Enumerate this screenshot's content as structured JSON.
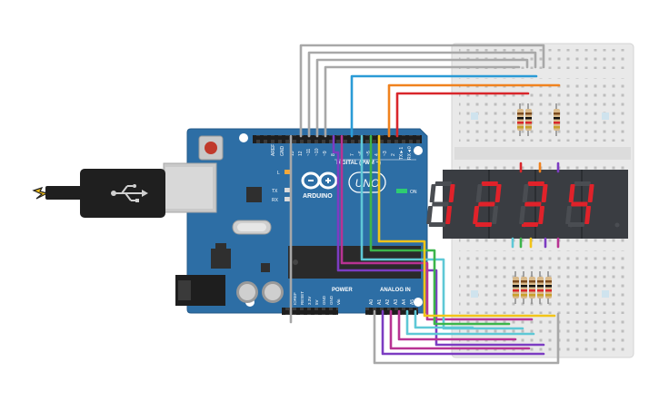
{
  "board": {
    "pin_labels_digital": [
      "AREF",
      "GND",
      "13",
      "12",
      "~11",
      "~10",
      "~9",
      "8",
      "7",
      "~6",
      "~5",
      "4",
      "~3",
      "2",
      "TX►1",
      "RX◄0"
    ],
    "digital_section_label": "DIGITAL (PWM ~)",
    "brand_label": "ARDUINO",
    "model_label": "UNO",
    "on_label": "ON",
    "led_l_label": "L",
    "tx_label": "TX",
    "rx_label": "RX",
    "power_section_label": "POWER",
    "analog_section_label": "ANALOG IN",
    "pin_labels_power": [
      "IOREF",
      "RESET",
      "3.3V",
      "5V",
      "GND",
      "GND",
      "Vin"
    ],
    "pin_labels_analog": [
      "A0",
      "A1",
      "A2",
      "A3",
      "A4",
      "A5"
    ]
  },
  "display": {
    "digits": [
      "1",
      "2",
      "3",
      "4"
    ],
    "segment_color": "#e0222a",
    "body_color": "#3a3d42"
  },
  "colors": {
    "board_blue": "#2d6ea5",
    "breadboard": "#e9e9e9",
    "wire_gray": "#a8a8a8",
    "wire_blue": "#2a9bd6",
    "wire_orange": "#f0821e",
    "wire_red": "#d9262b",
    "wire_yellow": "#f2c418",
    "wire_green": "#3cb54a",
    "wire_cyan": "#5ec8d6",
    "wire_purple": "#7c3cc2",
    "wire_magenta": "#b83393"
  },
  "icons": {
    "usb": "usb-icon",
    "logo": "arduino-infinity-icon",
    "power_jack": "power-jack-icon"
  }
}
